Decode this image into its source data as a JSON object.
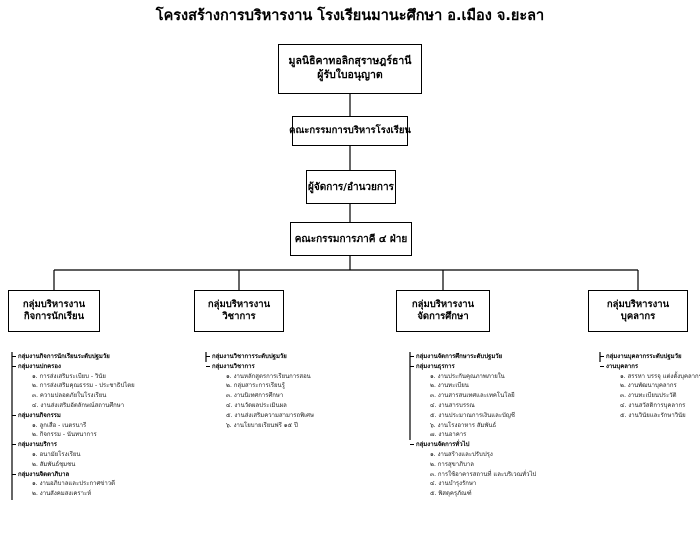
{
  "title": "โครงสร้างการบริหารงาน  โรงเรียนมานะศึกษา  อ.เมือง  จ.ยะลา",
  "top": {
    "line1": "มูลนิธิคาทอลิกสุราษฎร์ธานี",
    "line2": "ผู้รับใบอนุญาต"
  },
  "board": "คณะกรรมการบริหารโรงเรียน",
  "manager": "ผู้จัดการ/อำนวยการ",
  "committee": "คณะกรรมการภาคี  ๔  ฝ่าย",
  "groups": [
    {
      "line1": "กลุ่มบริหารงาน",
      "line2": "กิจการนักเรียน",
      "lines": [
        {
          "t": "h",
          "text": "กลุ่มงานกิจการนักเรียนระดับปฐมวัย"
        },
        {
          "t": "h",
          "text": "กลุ่มงานปกครอง"
        },
        {
          "t": "i",
          "text": "๑. การส่งเสริมระเบียบ - วินัย"
        },
        {
          "t": "i",
          "text": "๒. การส่งเสริมคุณธรรม - ประชาธิปไตย"
        },
        {
          "t": "i",
          "text": "๓. ความปลอดภัยในโรงเรียน"
        },
        {
          "t": "i",
          "text": "๔. งานส่งเสริมอัตลักษณ์สถานศึกษา"
        },
        {
          "t": "h",
          "text": "กลุ่มงานกิจกรรม"
        },
        {
          "t": "i",
          "text": "๑. ลูกเสือ - เนตรนารี"
        },
        {
          "t": "i",
          "text": "๒. กิจกรรม - นันทนาการ"
        },
        {
          "t": "h",
          "text": "กลุ่มงานบริการ"
        },
        {
          "t": "i",
          "text": "๑. อนามัยโรงเรียน"
        },
        {
          "t": "i",
          "text": "๒. สัมพันธ์ชุมชน"
        },
        {
          "t": "h",
          "text": "กลุ่มงานจิตตาภิบาล"
        },
        {
          "t": "i",
          "text": "๑. งานอภิบาลและประกาศข่าวดี"
        },
        {
          "t": "i",
          "text": "๒. งานสังคมสงเคราะห์"
        }
      ]
    },
    {
      "line1": "กลุ่มบริหารงาน",
      "line2": "วิชาการ",
      "lines": [
        {
          "t": "h",
          "text": "กลุ่มงานวิชาการระดับปฐมวัย"
        },
        {
          "t": "h",
          "text": "กลุ่มงานวิชาการ"
        },
        {
          "t": "i",
          "text": "๑. งานหลักสูตรการเรียนการสอน"
        },
        {
          "t": "i",
          "text": "๒. กลุ่มสาระการเรียนรู้"
        },
        {
          "t": "i",
          "text": "๓. งานนิเทศการศึกษา"
        },
        {
          "t": "i",
          "text": "๔. งานวัดผลประเมินผล"
        },
        {
          "t": "i",
          "text": "๕. งานส่งเสริมความสามารถพิเศษ"
        },
        {
          "t": "i",
          "text": "๖. งานโยบายเรียนฟรี ๑๕ ปี"
        }
      ]
    },
    {
      "line1": "กลุ่มบริหารงาน",
      "line2": "จัดการศึกษา",
      "lines": [
        {
          "t": "h",
          "text": "กลุ่มงานจัดการศึกษาระดับปฐมวัย"
        },
        {
          "t": "h",
          "text": "กลุ่มงานธุรการ"
        },
        {
          "t": "i",
          "text": "๑. งานประกันคุณภาพภายใน"
        },
        {
          "t": "i",
          "text": "๒. งานทะเบียน"
        },
        {
          "t": "i",
          "text": "๓. งานสารสนเทศและเทคโนโลยี"
        },
        {
          "t": "i",
          "text": "๔. งานสารบรรณ"
        },
        {
          "t": "i",
          "text": "๕. งานประมาณการเงินและบัญชี"
        },
        {
          "t": "i",
          "text": "๖. งานโรงอาหาร สัมพันธ์"
        },
        {
          "t": "i",
          "text": "๗. งานอาคาร"
        },
        {
          "t": "h",
          "text": "กลุ่มงานจัดการทั่วไป"
        },
        {
          "t": "i",
          "text": "๑. งานสร้างและปรับปรุง"
        },
        {
          "t": "i",
          "text": "๒. การสุขาภิบาล"
        },
        {
          "t": "i",
          "text": "๓. การใช้อาคารสถานที่ และบริเวณทั่วไป"
        },
        {
          "t": "i",
          "text": "๔. งานบำรุงรักษา"
        },
        {
          "t": "i",
          "text": "๕. พิสดุครุภัณฑ์"
        }
      ]
    },
    {
      "line1": "กลุ่มบริหารงาน",
      "line2": "บุคลากร",
      "lines": [
        {
          "t": "h",
          "text": "กลุ่มงานบุคลากรระดับปฐมวัย"
        },
        {
          "t": "h",
          "text": "งานบุคลากร"
        },
        {
          "t": "i",
          "text": "๑. สรรหา บรรจุ แต่งตั้งบุคลากร"
        },
        {
          "t": "i",
          "text": "๒. งานพัฒนาบุคลากร"
        },
        {
          "t": "i",
          "text": "๓. งานทะเบียนประวัติ"
        },
        {
          "t": "i",
          "text": "๔. งานสวัสดิการบุคลากร"
        },
        {
          "t": "i",
          "text": "๕. งานวินัยและรักษาวินัย"
        }
      ]
    }
  ]
}
